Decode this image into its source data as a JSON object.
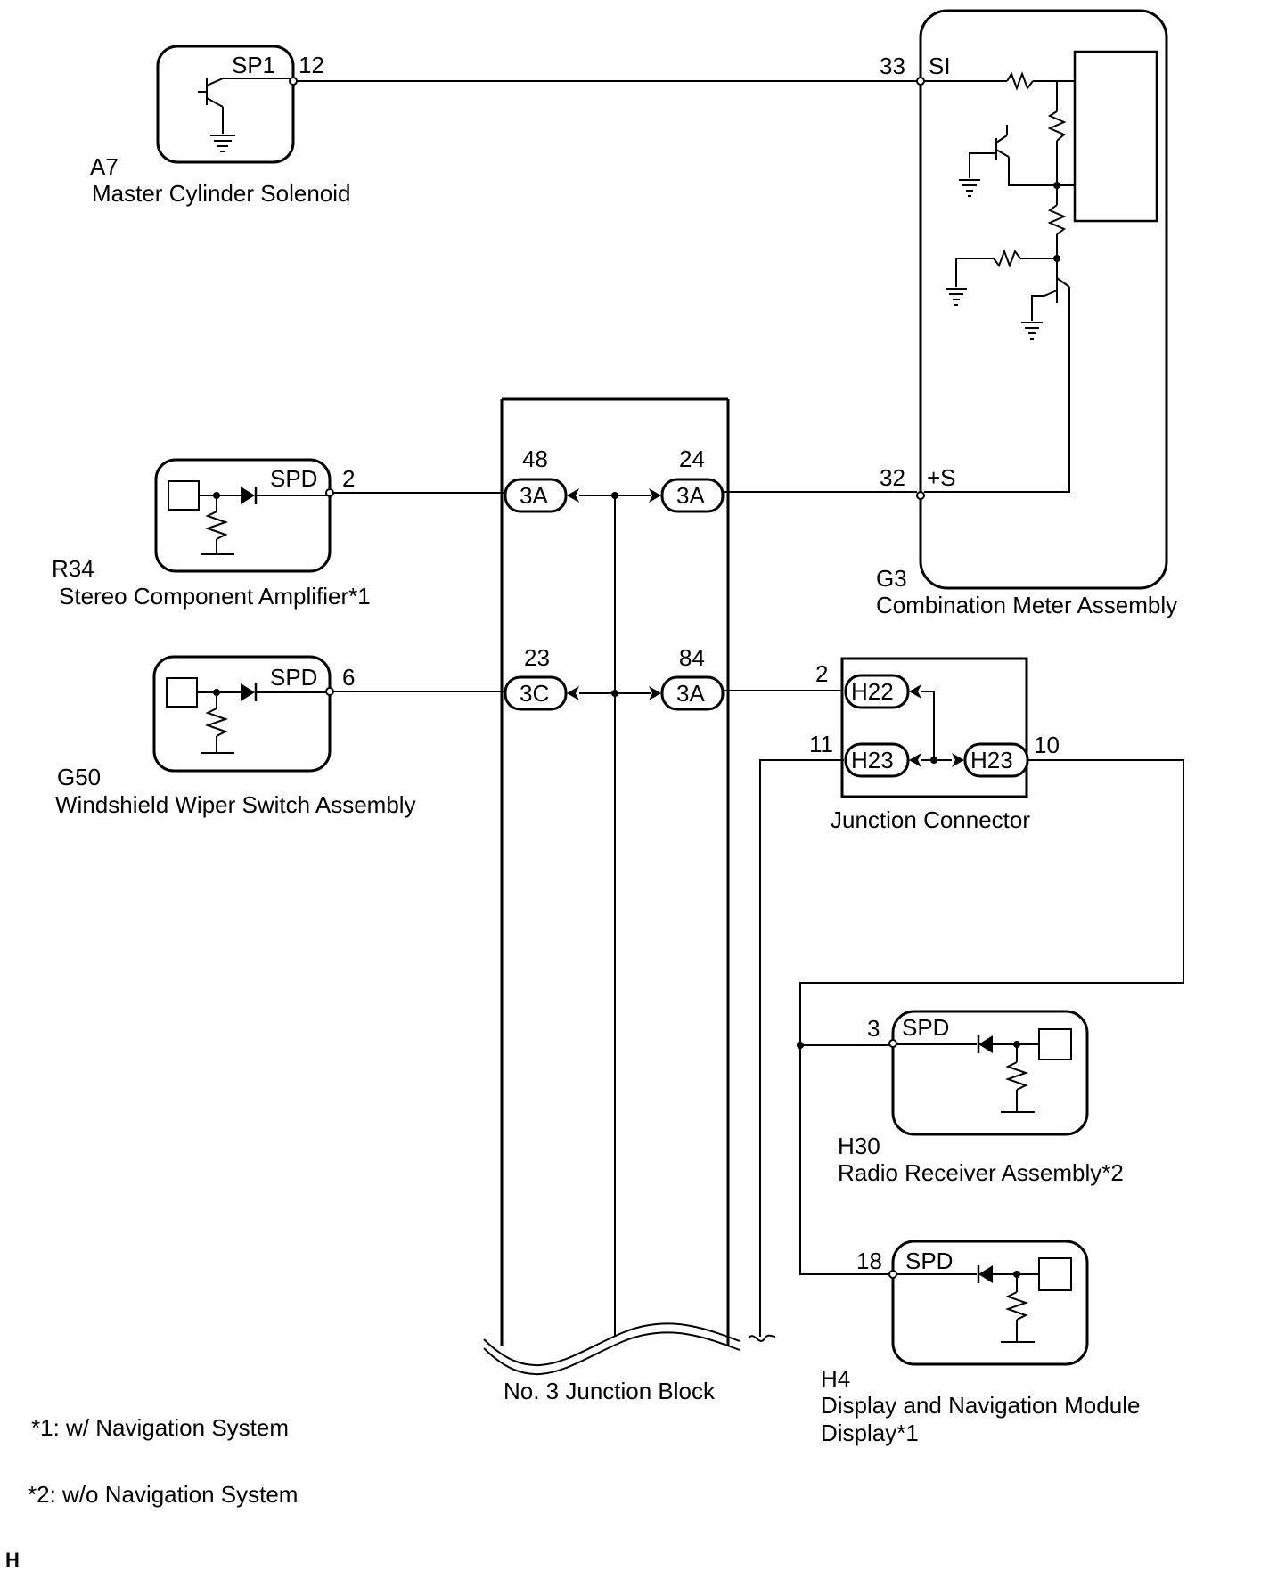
{
  "components": {
    "a7": {
      "code": "A7",
      "name": "Master Cylinder Solenoid",
      "terminal_label": "SP1",
      "pin": "12"
    },
    "g3": {
      "code": "G3",
      "name": "Combination Meter Assembly",
      "si_pin": "33",
      "si_label": "SI",
      "s_pin": "32",
      "s_label": "+S"
    },
    "r34": {
      "code": "R34",
      "name": "Stereo Component Amplifier*1",
      "terminal_label": "SPD",
      "pin": "2"
    },
    "g50": {
      "code": "G50",
      "name": "Windshield Wiper Switch Assembly",
      "terminal_label": "SPD",
      "pin": "6"
    },
    "jb": {
      "name": "No. 3 Junction Block",
      "conn_tl": {
        "pin": "48",
        "label": "3A"
      },
      "conn_tr": {
        "pin": "24",
        "label": "3A"
      },
      "conn_bl": {
        "pin": "23",
        "label": "3C"
      },
      "conn_br": {
        "pin": "84",
        "label": "3A"
      }
    },
    "jc": {
      "name": "Junction Connector",
      "h22": {
        "pin": "2",
        "label": "H22"
      },
      "h23_left": {
        "pin": "11",
        "label": "H23"
      },
      "h23_right": {
        "pin": "10",
        "label": "H23"
      }
    },
    "h30": {
      "code": "H30",
      "name": "Radio Receiver Assembly*2",
      "terminal_label": "SPD",
      "pin": "3"
    },
    "h4": {
      "code": "H4",
      "name_line1": "Display and Navigation Module",
      "name_line2": "Display*1",
      "terminal_label": "SPD",
      "pin": "18"
    }
  },
  "notes": {
    "note1": "*1: w/ Navigation System",
    "note2": "*2: w/o Navigation System"
  },
  "corner_mark": "H"
}
